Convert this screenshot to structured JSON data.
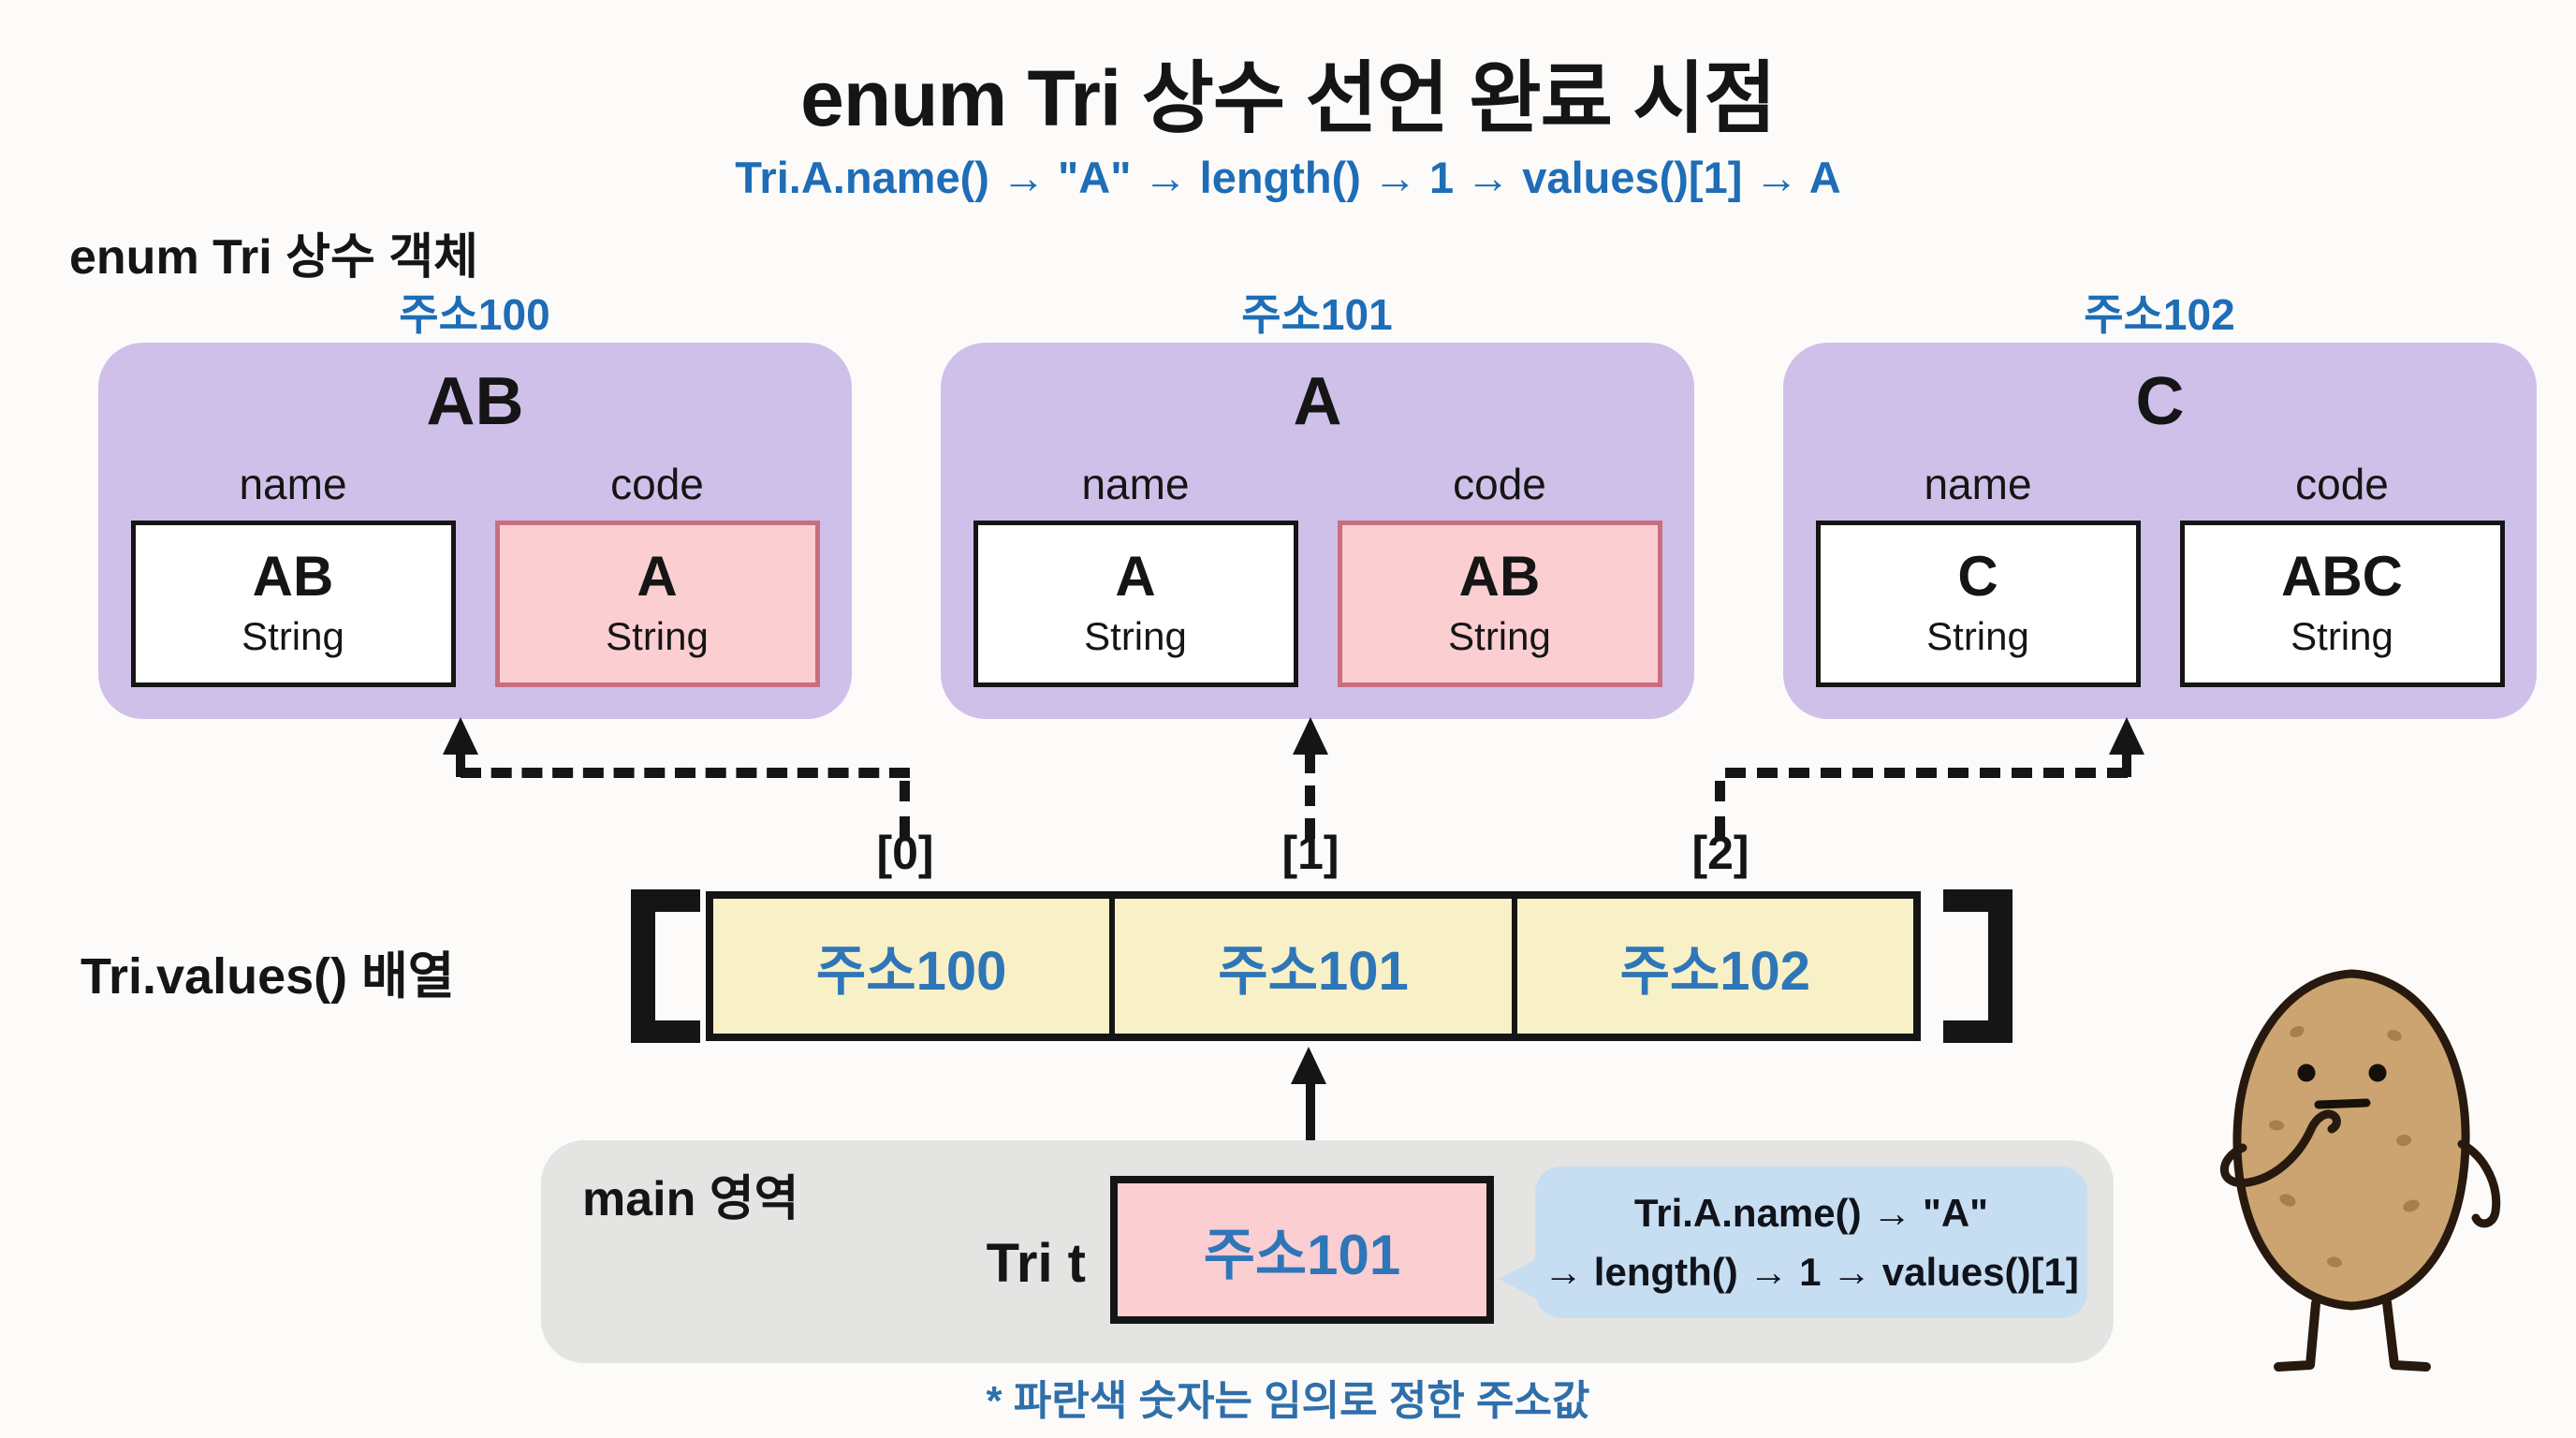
{
  "title": "enum Tri 상수 선언 완료 시점",
  "subtitle": "Tri.A.name() → \"A\" → length() → 1 → values()[1] → A",
  "colors": {
    "background": "#FCFBFA",
    "accent_blue": "#1E6DB6",
    "object_fill": "#CFC0EA",
    "highlight_pink_fill": "#FBCED2",
    "highlight_pink_border": "#C96E7F",
    "array_cell_fill": "#F8F0C6",
    "main_area_fill": "#E4E4E2",
    "bubble_fill": "#C6DDF2",
    "line_black": "#151515"
  },
  "enum_section": {
    "label": "enum Tri 상수 객체",
    "objects": [
      {
        "address": "주소100",
        "title": "AB",
        "fields": [
          {
            "label": "name",
            "value": "AB",
            "type": "String",
            "highlight": false
          },
          {
            "label": "code",
            "value": "A",
            "type": "String",
            "highlight": true
          }
        ]
      },
      {
        "address": "주소101",
        "title": "A",
        "fields": [
          {
            "label": "name",
            "value": "A",
            "type": "String",
            "highlight": false
          },
          {
            "label": "code",
            "value": "AB",
            "type": "String",
            "highlight": true
          }
        ]
      },
      {
        "address": "주소102",
        "title": "C",
        "fields": [
          {
            "label": "name",
            "value": "C",
            "type": "String",
            "highlight": false
          },
          {
            "label": "code",
            "value": "ABC",
            "type": "String",
            "highlight": false
          }
        ]
      }
    ]
  },
  "array_section": {
    "label": "Tri.values() 배열",
    "indices": [
      "[0]",
      "[1]",
      "[2]"
    ],
    "cells": [
      "주소100",
      "주소101",
      "주소102"
    ]
  },
  "main_section": {
    "label": "main 영역",
    "variable": "Tri t",
    "value": "주소101",
    "bubble_lines": [
      "Tri.A.name() → \"A\"",
      "→ length() → 1 → values()[1]"
    ]
  },
  "footnote": "* 파란색 숫자는 임의로 정한 주소값",
  "mascot": {
    "icon": "potato-character"
  }
}
